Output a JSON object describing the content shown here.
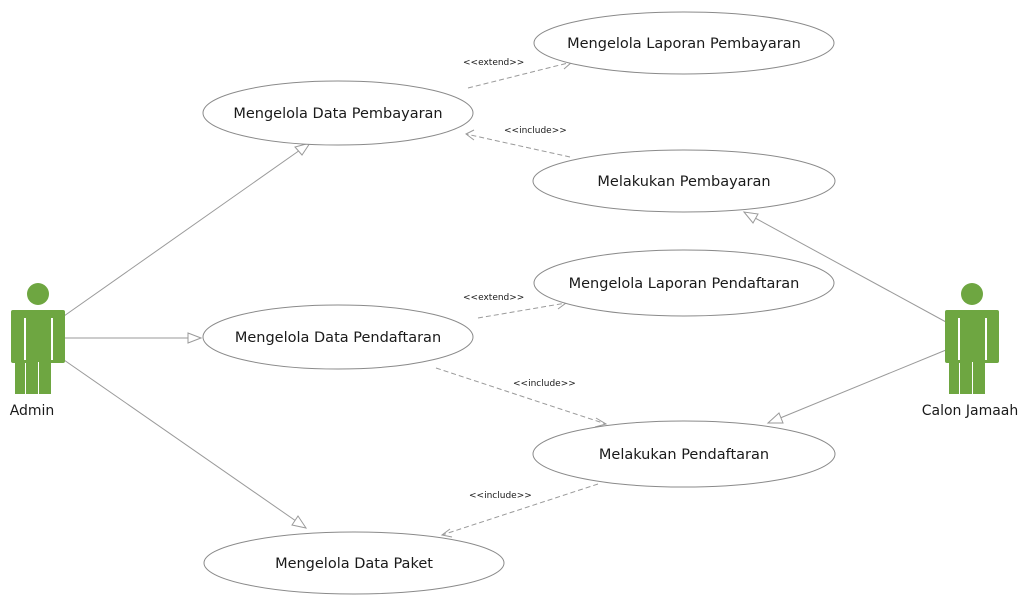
{
  "actors": {
    "admin": "Admin",
    "calon_jamaah": "Calon Jamaah"
  },
  "use_cases": {
    "laporan_pembayaran": "Mengelola Laporan Pembayaran",
    "data_pembayaran": "Mengelola Data Pembayaran",
    "melakukan_pembayaran": "Melakukan Pembayaran",
    "laporan_pendaftaran": "Mengelola Laporan Pendaftaran",
    "data_pendaftaran": "Mengelola Data Pendaftaran",
    "melakukan_pendaftaran": "Melakukan Pendaftaran",
    "data_paket": "Mengelola Data Paket"
  },
  "relations": {
    "extend_pembayaran": "<<extend>>",
    "include_pembayaran": "<<include>>",
    "extend_pendaftaran": "<<extend>>",
    "include_pendaftaran": "<<include>>",
    "include_paket": "<<include>>"
  },
  "colors": {
    "actor": "#6ea641",
    "line": "#9a9a9a",
    "ellipse_border": "#8a8a8a"
  },
  "icons": {
    "actor": "stick-figure-actor-icon"
  }
}
